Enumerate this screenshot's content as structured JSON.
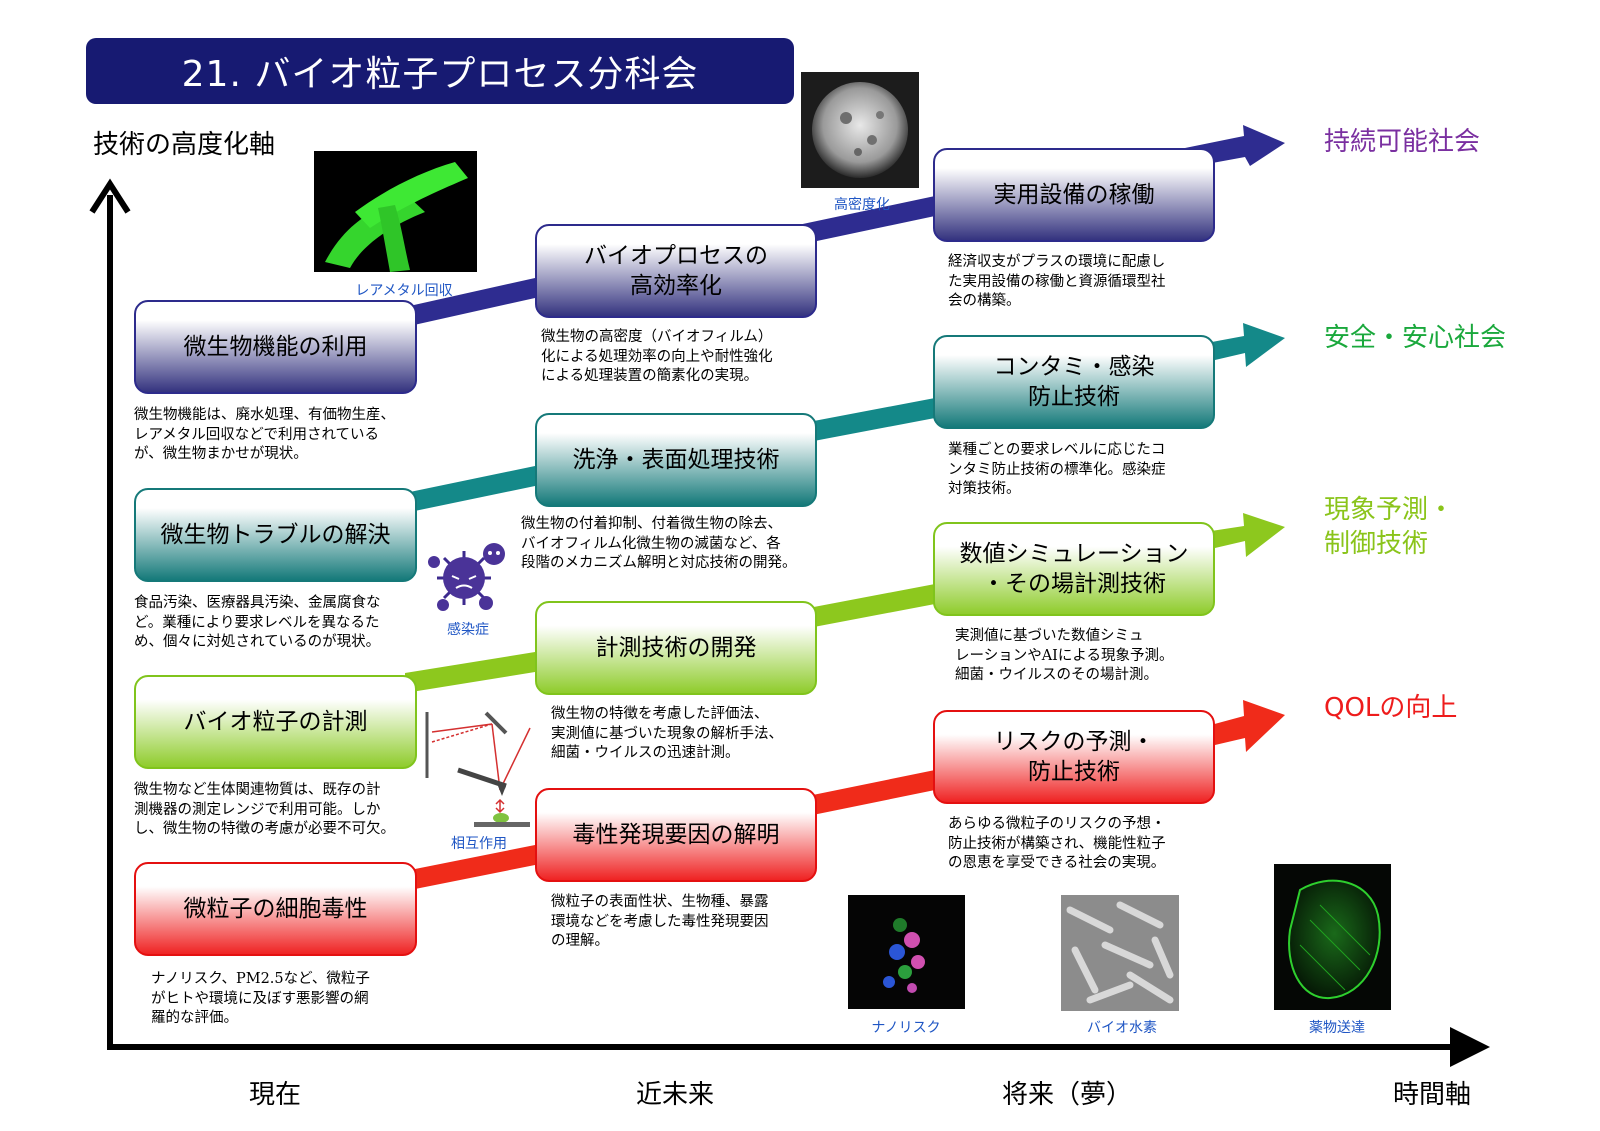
{
  "title": "21. バイオ粒子プロセス分科会",
  "axes": {
    "y_label": "技術の高度化軸",
    "x_label": "時間軸",
    "x_ticks": [
      "現在",
      "近未来",
      "将来（夢）"
    ]
  },
  "tracks": [
    {
      "name": "navy",
      "color": "#2e2c90",
      "outcome": "持続可能社会",
      "outcome_color": "#7a2fa0",
      "nodes": [
        {
          "label": "微生物機能の利用",
          "desc": "微生物機能は、廃水処理、有価物生産、\nレアメタル回収などで利用されている\nが、微生物まかせが現状。"
        },
        {
          "label": "バイオプロセスの\n高効率化",
          "desc": "微生物の高密度（バイオフィルム）\n化による処理効率の向上や耐性強化\nによる処理装置の簡素化の実現。"
        },
        {
          "label": "実用設備の稼働",
          "desc": "経済収支がプラスの環境に配慮し\nた実用設備の稼働と資源循環型社\n会の構築。"
        }
      ]
    },
    {
      "name": "teal",
      "color": "#148989",
      "outcome": "安全・安心社会",
      "outcome_color": "#1aa83c",
      "nodes": [
        {
          "label": "微生物トラブルの解決",
          "desc": "食品汚染、医療器具汚染、金属腐食な\nど。業種により要求レベルを異なるた\nめ、個々に対処されているのが現状。"
        },
        {
          "label": "洗浄・表面処理技術",
          "desc": "微生物の付着抑制、付着微生物の除去、\nバイオフィルム化微生物の滅菌など、各\n段階のメカニズム解明と対応技術の開発。"
        },
        {
          "label": "コンタミ・感染\n防止技術",
          "desc": "業種ごとの要求レベルに応じたコ\nンタミ防止技術の標準化。感染症\n対策技術。"
        }
      ]
    },
    {
      "name": "green",
      "color": "#8dc81e",
      "outcome": "現象予測・\n制御技術",
      "outcome_color": "#8ac41a",
      "nodes": [
        {
          "label": "バイオ粒子の計測",
          "desc": "微生物など生体関連物質は、既存の計\n測機器の測定レンジで利用可能。しか\nし、微生物の特徴の考慮が必要不可欠。"
        },
        {
          "label": "計測技術の開発",
          "desc": "微生物の特徴を考慮した評価法、\n実測値に基づいた現象の解析手法、\n細菌・ウイルスの迅速計測。"
        },
        {
          "label": "数値シミュレーション\n・その場計測技術",
          "desc": "実測値に基づいた数値シミュ\nレーションやAIによる現象予測。\n細菌・ウイルスのその場計測。"
        }
      ]
    },
    {
      "name": "red",
      "color": "#f02b1a",
      "outcome": "QOLの向上",
      "outcome_color": "#ee1c1c",
      "nodes": [
        {
          "label": "微粒子の細胞毒性",
          "desc": "ナノリスク、PM2.5など、微粒子\nがヒトや環境に及ぼす悪影響の網\n羅的な評価。"
        },
        {
          "label": "毒性発現要因の解明",
          "desc": "微粒子の表面性状、生物種、暴露\n環境などを考慮した毒性発現要因\nの理解。"
        },
        {
          "label": "リスクの予測・\n防止技術",
          "desc": "あらゆる微粒子のリスクの予想・\n防止技術が構築され、機能性粒子\nの恩恵を享受できる社会の実現。"
        }
      ]
    }
  ],
  "images": [
    {
      "caption": "レアメタル回収",
      "icon": "green-fluorescent-bacteria"
    },
    {
      "caption": "高密度化",
      "icon": "microbe-sphere-sem"
    },
    {
      "caption": "感染症",
      "icon": "virus-icon"
    },
    {
      "caption": "相互作用",
      "icon": "afm-cantilever-diagram"
    },
    {
      "caption": "ナノリスク",
      "icon": "fluorescent-cells"
    },
    {
      "caption": "バイオ水素",
      "icon": "rod-bacteria-sem"
    },
    {
      "caption": "薬物送達",
      "icon": "green-fluorescent-tissue"
    }
  ]
}
